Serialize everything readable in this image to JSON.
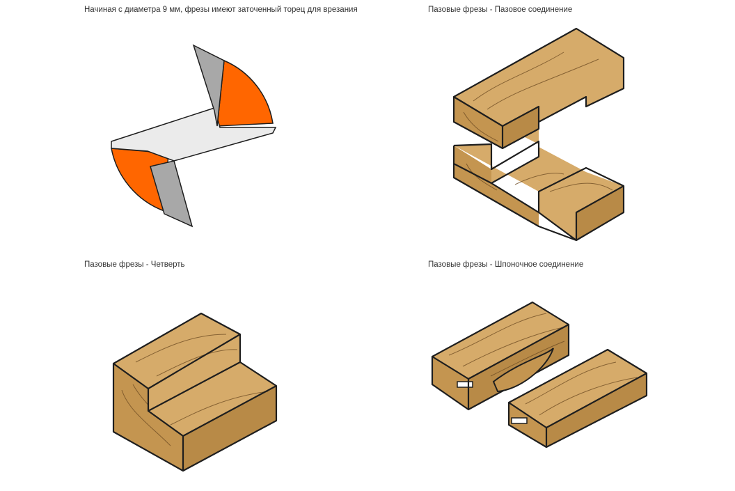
{
  "panels": [
    {
      "caption": "Начиная с диаметра 9 мм, фрезы имеют заточенный торец для врезания",
      "illustration": "router-bit-cutter-illustration"
    },
    {
      "caption": "Пазовые фрезы - Пазовое соединение",
      "illustration": "groove-joint-illustration"
    },
    {
      "caption": "Пазовые фрезы - Четверть",
      "illustration": "rabbet-illustration"
    },
    {
      "caption": "Пазовые фрезы - Шпоночное соединение",
      "illustration": "spline-joint-illustration"
    }
  ],
  "colors": {
    "cutter_orange": "#ff6600",
    "carbide_gray": "#a8a8a8",
    "body_light": "#ebebeb",
    "wood_top": "#d6ab6a",
    "wood_front": "#c49550",
    "outline": "#1e1e1e"
  }
}
